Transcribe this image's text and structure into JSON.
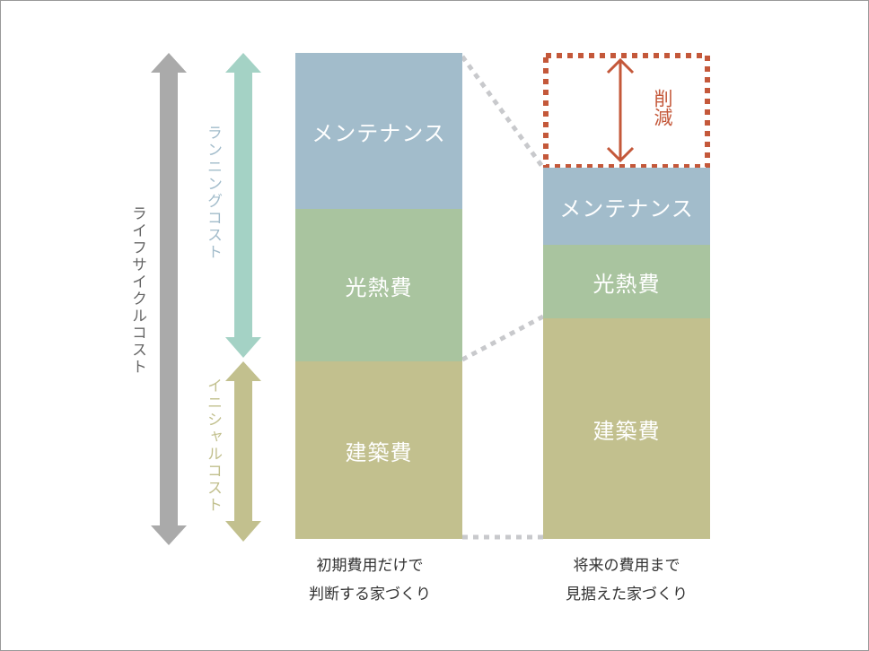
{
  "lifecycle_label": "ライフサイクルコスト",
  "running_label": "ランニングコスト",
  "initial_label": "イニシャルコスト",
  "left_column": {
    "segments": [
      "メンテナンス",
      "光熱費",
      "建築費"
    ],
    "caption": [
      "初期費用だけで",
      "判断する家づくり"
    ]
  },
  "right_column": {
    "segments": [
      "メンテナンス",
      "光熱費",
      "建築費"
    ],
    "reduction_label": "削減",
    "caption": [
      "将来の費用まで",
      "見据えた家づくり"
    ]
  },
  "colors": {
    "maintenance": "#a2bccb",
    "utilities": "#a9c49f",
    "construction": "#c2c08e",
    "running_arrow": "#a4d2c5",
    "lifecycle_arrow": "#aaaaaa",
    "reduction": "#c4583a"
  }
}
